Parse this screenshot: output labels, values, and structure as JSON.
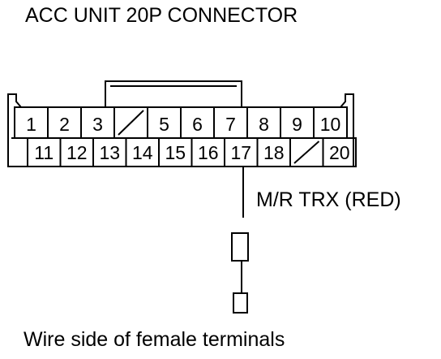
{
  "title": "ACC UNIT 20P CONNECTOR",
  "connector": {
    "top_row": [
      "1",
      "2",
      "3",
      "",
      "5",
      "6",
      "7",
      "8",
      "9",
      "10"
    ],
    "bottom_row": [
      "11",
      "12",
      "13",
      "14",
      "15",
      "16",
      "17",
      "18",
      "",
      "20"
    ]
  },
  "wire_label": "M/R TRX (RED)",
  "caption": "Wire side of female terminals"
}
